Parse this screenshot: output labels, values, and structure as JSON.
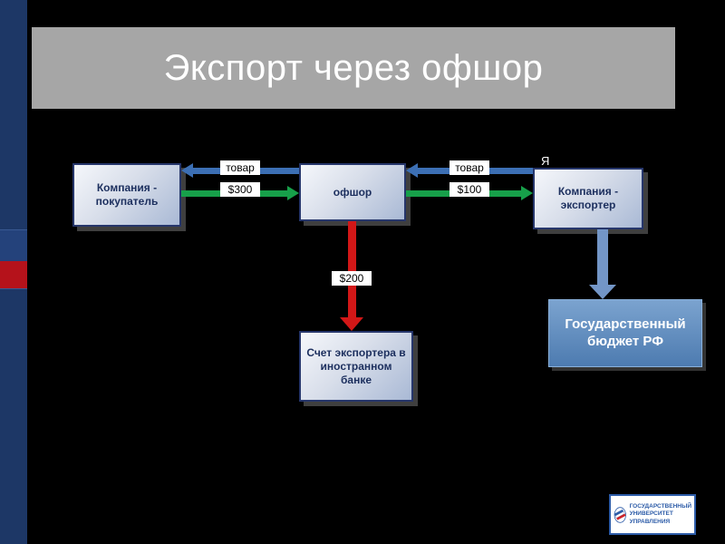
{
  "title": "Экспорт через офшор",
  "nodes": {
    "buyer": "Компания - покупатель",
    "offshore": "офшор",
    "exporter": "Компания - экспортер",
    "exporter_marker": "Я",
    "foreign_account": "Счет экспортера в иностранном банке",
    "state_budget": "Государственный бюджет РФ"
  },
  "flow_labels": {
    "buyer_goods": "товар",
    "buyer_money": "$300",
    "exporter_goods": "товар",
    "exporter_money": "$100",
    "offshore_to_account": "$200"
  },
  "colors": {
    "background": "#000000",
    "sidebar": "#1d3766",
    "sidebar_accent": "#b5121b",
    "title_bar": "#a6a6a6",
    "goods_arrow": "#3c6fb4",
    "money_arrow": "#17a04a",
    "transfer_arrow": "#d21717",
    "budget_arrow": "#7396c7",
    "node_border": "#26366b",
    "budget_box": "#4d7bb0"
  },
  "logo": {
    "line1": "ГОСУДАРСТВЕННЫЙ",
    "line2": "УНИВЕРСИТЕТ",
    "line3": "УПРАВЛЕНИЯ"
  }
}
